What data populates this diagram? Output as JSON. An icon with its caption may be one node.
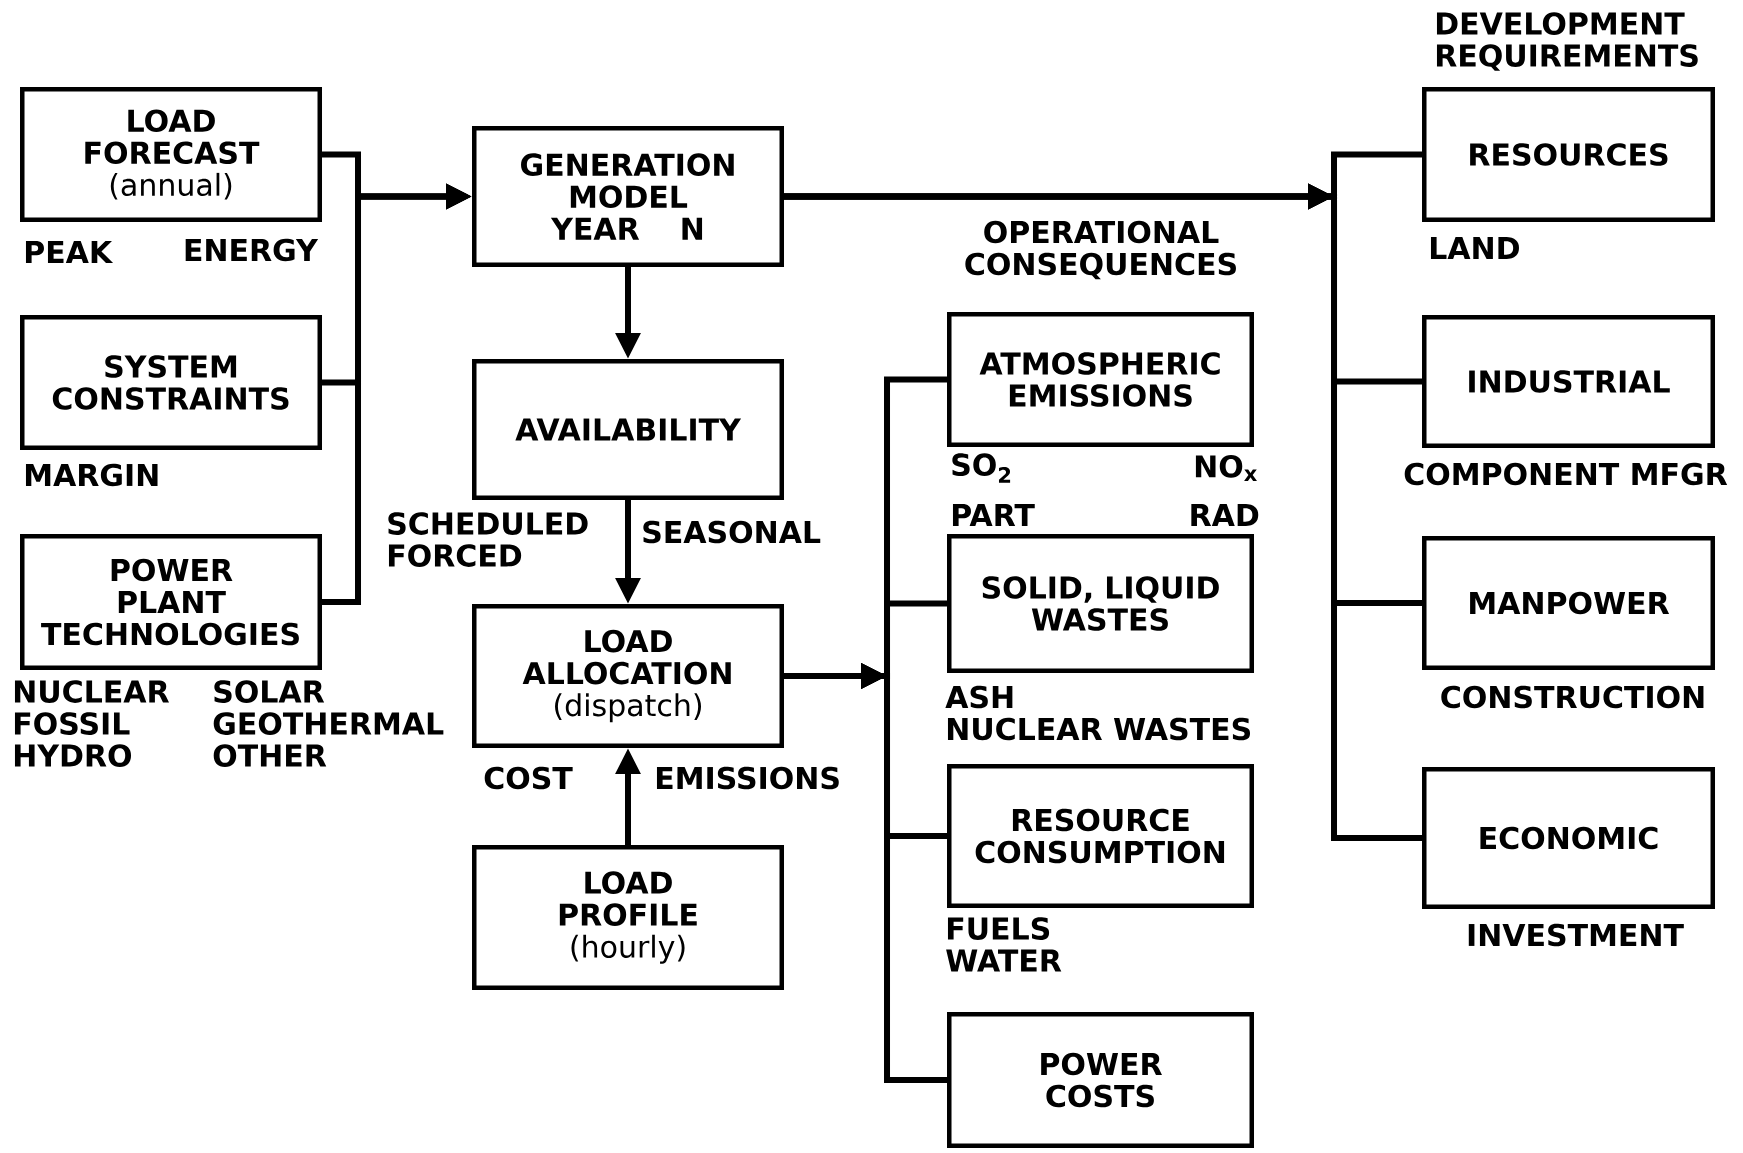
{
  "diagram": {
    "nodes": [
      {
        "text": [
          "LOAD FORECAST",
          "(annual)"
        ],
        "beside": [
          "PEAK",
          "ENERGY"
        ]
      },
      {
        "text": [
          "SYSTEM CONSTRAINTS"
        ],
        "beside": [
          "MARGIN"
        ]
      },
      {
        "text": [
          "POWER PLANT TECHNOLOGIES"
        ],
        "beside": [
          "NUCLEAR FOSSIL HYDRO",
          "SOLAR GEOTHERMAL OTHER"
        ]
      },
      {
        "text": [
          "GENERATION MODEL YEAR N"
        ]
      },
      {
        "text": [
          "AVAILABILITY"
        ],
        "beside": [
          "SCHEDULED FORCED",
          "SEASONAL"
        ]
      },
      {
        "text": [
          "LOAD ALLOCATION",
          "(dispatch)"
        ],
        "beside": [
          "COST",
          "EMISSIONS"
        ]
      },
      {
        "text": [
          "LOAD PROFILE",
          "(hourly)"
        ]
      },
      {
        "text": [
          "ATMOSPHERIC EMISSIONS"
        ],
        "beside": [
          "SO$_{2}$",
          "NO$_{x}$",
          "PART",
          "RAD"
        ]
      },
      {
        "text": [
          "SOLID, LIQUID WASTES"
        ],
        "beside": [
          "ASH",
          "NUCLEAR WASTES"
        ]
      },
      {
        "text": [
          "RESOURCE CONSUMPTION"
        ],
        "beside": [
          "FUELS WATER"
        ]
      },
      {
        "text": [
          "POWER COSTS"
        ]
      },
      {
        "text": [
          "RESOURCES"
        ],
        "beside": [
          "LAND"
        ]
      },
      {
        "text": [
          "INDUSTRIAL"
        ],
        "beside": [
          "COMPONENT MFGR"
        ]
      },
      {
        "text": [
          "MANPOWER"
        ],
        "beside": [
          "CONSTRUCTION"
        ]
      },
      {
        "text": [
          "ECONOMIC"
        ],
        "beside": [
          "INVESTMENT"
        ]
      }
    ],
    "edges": [
      {
        "from": 0,
        "to": 3,
        "arrow": "to"
      },
      {
        "from": 1,
        "to": 3,
        "arrow": "to"
      },
      {
        "from": 2,
        "to": 3,
        "arrow": "to"
      },
      {
        "from": 3,
        "to": 4,
        "arrow": "to"
      },
      {
        "from": 4,
        "to": 5,
        "arrow": "to"
      },
      {
        "from": 6,
        "to": 5,
        "arrow": "to"
      },
      {
        "from": 5,
        "to": 7,
        "arrow": "to"
      },
      {
        "from": 5,
        "to": 8,
        "arrow": "to"
      },
      {
        "from": 5,
        "to": 9,
        "arrow": "to"
      },
      {
        "from": 5,
        "to": 10,
        "arrow": "to"
      },
      {
        "from": 3,
        "to": 11,
        "arrow": "to"
      },
      {
        "from": 3,
        "to": 12,
        "arrow": "to"
      },
      {
        "from": 3,
        "to": 13,
        "arrow": "to"
      },
      {
        "from": 3,
        "to": 14,
        "arrow": "to"
      }
    ],
    "labels": [
      "DEVELOPMENT REQUIREMENTS",
      "OPERATIONAL CONSEQUENCES"
    ]
  }
}
